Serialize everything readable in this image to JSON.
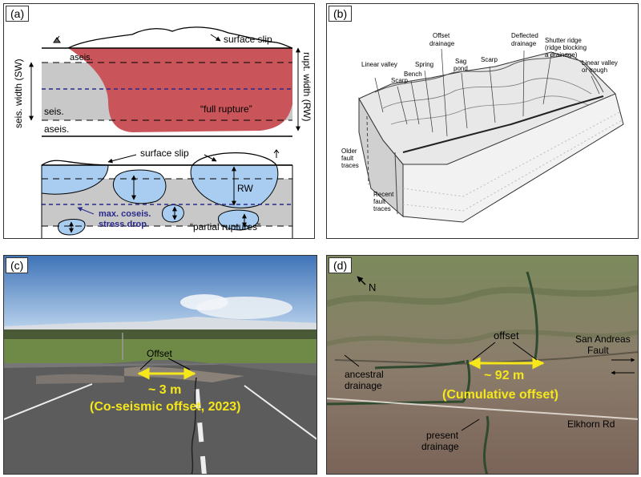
{
  "panels": {
    "a": {
      "tag": "(a)",
      "surface_slip_top": "surface slip",
      "aseis_top": "aseis.",
      "seis": "seis.",
      "aseis_bottom": "aseis.",
      "seis_width": "seis. width (SW)",
      "rupt_width": "rupt. width (RW)",
      "full_rupture": "“full rupture”",
      "surface_slip_bottom": "surface slip",
      "rw": "RW",
      "stress_drop_line1": "max. coseis.",
      "stress_drop_line2": "stress drop",
      "partial_ruptures": "“partial ruptures”"
    },
    "b": {
      "tag": "(b)",
      "labels": {
        "linear_valley": "Linear valley",
        "scarp_left": "Scarp",
        "bench": "Bench",
        "spring": "Spring",
        "offset_drainage_1": "Offset",
        "offset_drainage_2": "drainage",
        "sag_pond_1": "Sag",
        "sag_pond_2": "pond",
        "scarp_right": "Scarp",
        "deflected_drainage_1": "Deflected",
        "deflected_drainage_2": "drainage",
        "shutter_ridge_1": "Shutter ridge",
        "shutter_ridge_2": "(ridge blocking",
        "shutter_ridge_3": "a drainage)",
        "linear_trough_1": "Linear valley",
        "linear_trough_2": "or trough",
        "older_traces_1": "Older",
        "older_traces_2": "fault",
        "older_traces_3": "traces",
        "recent_traces_1": "Recent",
        "recent_traces_2": "fault",
        "recent_traces_3": "traces"
      }
    },
    "c": {
      "tag": "(c)",
      "offset_label": "Offset",
      "distance": "~ 3 m",
      "caption": "(Co-seismic offset, 2023)"
    },
    "d": {
      "tag": "(d)",
      "north": "N",
      "offset_label": "offset",
      "fault_line1": "San Andreas",
      "fault_line2": "Fault",
      "ancestral_1": "ancestral",
      "ancestral_2": "drainage",
      "distance": "~ 92 m",
      "caption": "(Cumulative offset)",
      "road": "Elkhorn Rd",
      "present_1": "present",
      "present_2": "drainage"
    }
  },
  "colors": {
    "rupture_red": "#c9555a",
    "partial_blue": "#a9cdf0",
    "seis_gray": "#c8c8c8",
    "stress_line": "#2a2a8a",
    "highlight_yellow": "#f5e71a"
  }
}
